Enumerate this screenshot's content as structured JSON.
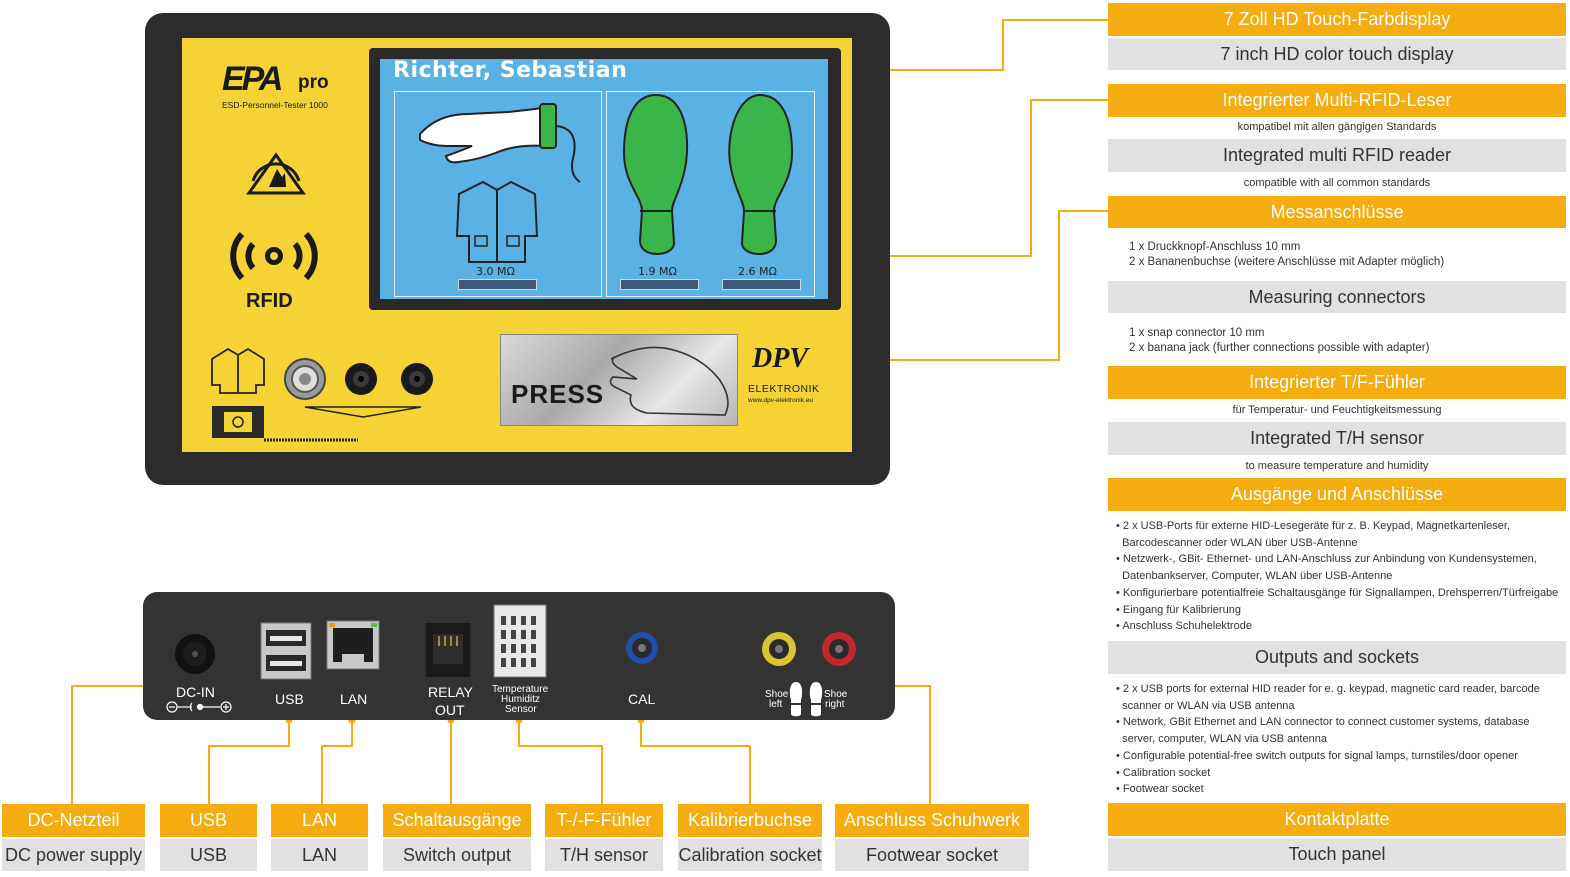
{
  "device": {
    "logo_main": "EPA",
    "logo_sup": "pro",
    "logo_sub": "ESD-Personnel-Tester 1000",
    "rfid_label": "RFID",
    "press_label": "PRESS",
    "brand": "DPV",
    "brand_sub": "ELEKTRONIK",
    "brand_url": "www.dpv-elektronik.eu"
  },
  "screen": {
    "name": "Richter, Sebastian",
    "body_value": "3.0 MΩ",
    "left_shoe_value": "1.9 MΩ",
    "right_shoe_value": "2.6 MΩ"
  },
  "back_panel": {
    "dc_in": "DC-IN",
    "usb": "USB",
    "lan": "LAN",
    "relay_top": "RELAY",
    "relay_bottom": "OUT",
    "sensor_1": "Temperature",
    "sensor_2": "Humiditz",
    "sensor_3": "Sensor",
    "cal": "CAL",
    "shoe_left_1": "Shoe",
    "shoe_left_2": "left",
    "shoe_right_1": "Shoe",
    "shoe_right_2": "right"
  },
  "callouts": {
    "display": {
      "de": "7 Zoll HD Touch-Farbdisplay",
      "en": "7 inch HD color touch display"
    },
    "rfid": {
      "de": "Integrierter Multi-RFID-Leser",
      "de_sub": "kompatibel mit allen gängigen Standards",
      "en": "Integrated multi RFID reader",
      "en_sub": "compatible with all common standards"
    },
    "connectors": {
      "de": "Messanschlüsse",
      "de_line1": "1 x Druckknopf-Anschluss 10 mm",
      "de_line2": "2 x Bananenbuchse  (weitere Anschlüsse mit Adapter möglich)",
      "en": "Measuring connectors",
      "en_line1": "1 x snap connector 10 mm",
      "en_line2": "2 x banana jack (further connections possible with adapter)"
    },
    "th_sensor": {
      "de": "Integrierter T/F-Fühler",
      "de_sub": "für Temperatur- und Feuchtigkeitsmessung",
      "en": "Integrated T/H sensor",
      "en_sub": "to measure temperature and humidity"
    },
    "outputs": {
      "de": "Ausgänge und Anschlüsse",
      "de_items": [
        "2 x USB-Ports für externe HID-Lesegeräte für z. B. Keypad, Magnetkartenleser,",
        "Barcodescanner oder WLAN über USB-Antenne",
        "Netzwerk-, GBit- Ethernet- und LAN-Anschluss zur Anbindung von Kundensystemen,",
        "Datenbankserver, Computer, WLAN über USB-Antenne",
        "Konfigurierbare potentialfreie Schaltausgänge für Signallampen, Drehsperren/Türfreigabe",
        "Eingang für Kalibrierung",
        "Anschluss Schuhelektrode"
      ],
      "en": "Outputs and sockets",
      "en_items": [
        "2 x USB ports for external HID reader for e. g. keypad, magnetic card reader, barcode",
        "scanner or WLAN via USB antenna",
        "Network, GBit Ethernet and LAN connector to connect customer systems, database",
        "server, computer, WLAN via USB antenna",
        "Configurable potential-free switch outputs for signal lamps, turnstiles/door opener",
        "Calibration socket",
        "Footwear socket"
      ]
    },
    "touch_panel": {
      "de": "Kontaktplatte",
      "en": "Touch panel"
    }
  },
  "bottom_labels": [
    {
      "de": "DC-Netzteil",
      "en": "DC power supply"
    },
    {
      "de": "USB",
      "en": "USB"
    },
    {
      "de": "LAN",
      "en": "LAN"
    },
    {
      "de": "Schaltausgänge",
      "en": "Switch output"
    },
    {
      "de": "T-/-F-Fühler",
      "en": "T/H sensor"
    },
    {
      "de": "Kalibrierbuchse",
      "en": "Calibration socket"
    },
    {
      "de": "Anschluss Schuhwerk",
      "en": "Footwear socket"
    }
  ],
  "colors": {
    "accent": "#f4ac0f",
    "grey_band": "#e1e1e1",
    "device_yellow": "#f6d335",
    "screen_blue": "#5ab2e4"
  }
}
